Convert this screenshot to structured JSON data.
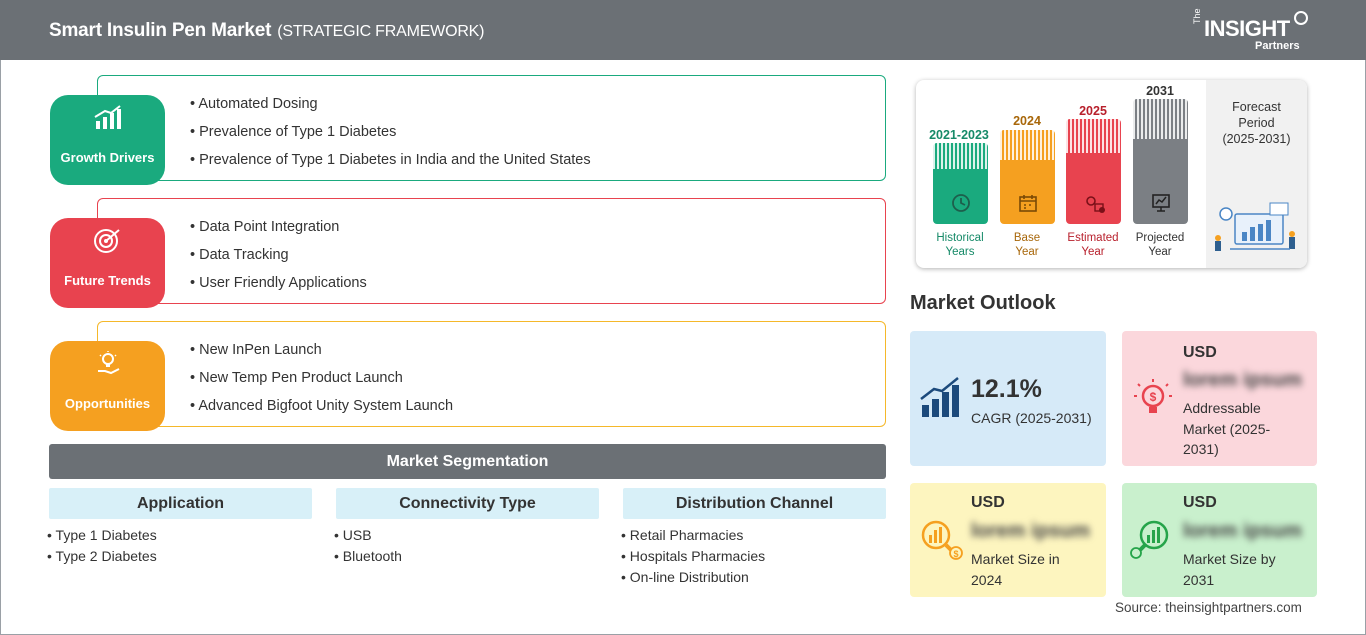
{
  "header": {
    "title": "Smart Insulin Pen Market",
    "subtitle": "(STRATEGIC FRAMEWORK)",
    "logo": {
      "the": "The",
      "insight": "INSIGHT",
      "partners": "Partners"
    }
  },
  "framework": {
    "growth_drivers": {
      "label": "Growth Drivers",
      "color": "#1aaa7e",
      "items": [
        "Automated Dosing",
        "Prevalence of Type 1 Diabetes",
        "Prevalence of Type 1 Diabetes in India and the United States"
      ]
    },
    "future_trends": {
      "label": "Future Trends",
      "color": "#e8434f",
      "items": [
        "Data Point Integration",
        "Data Tracking",
        "User Friendly Applications"
      ]
    },
    "opportunities": {
      "label": "Opportunities",
      "color": "#f5a020",
      "items": [
        "New InPen Launch",
        "New Temp Pen Product Launch",
        "Advanced Bigfoot Unity System Launch"
      ]
    }
  },
  "segmentation": {
    "title": "Market Segmentation",
    "columns": [
      {
        "heading": "Application",
        "items": [
          "Type 1 Diabetes",
          "Type 2 Diabetes"
        ]
      },
      {
        "heading": "Connectivity Type",
        "items": [
          "USB",
          "Bluetooth"
        ]
      },
      {
        "heading": "Distribution Channel",
        "items": [
          "Retail Pharmacies",
          "Hospitals Pharmacies",
          "On-line Distribution"
        ]
      }
    ]
  },
  "timeline": {
    "periods": [
      {
        "year": "2021-2023",
        "label_line1": "Historical",
        "label_line2": "Years",
        "color": "#1aaa7e",
        "text_color": "#168a68",
        "icon": "history-icon"
      },
      {
        "year": "2024",
        "label_line1": "Base",
        "label_line2": "Year",
        "color": "#f5a020",
        "text_color": "#a8670a",
        "icon": "calendar-icon"
      },
      {
        "year": "2025",
        "label_line1": "Estimated",
        "label_line2": "Year",
        "color": "#e8434f",
        "text_color": "#b8202c",
        "icon": "gear-chart-icon"
      },
      {
        "year": "2031",
        "label_line1": "Projected",
        "label_line2": "Year",
        "color": "#7b7f84",
        "text_color": "#333333",
        "icon": "presentation-icon"
      }
    ],
    "forecast_line1": "Forecast",
    "forecast_line2": "Period",
    "forecast_line3": "(2025-2031)"
  },
  "outlook": {
    "title": "Market Outlook",
    "cagr": {
      "value": "12.1%",
      "label": "CAGR (2025-2031)",
      "bg": "#d6eaf8"
    },
    "addressable": {
      "usd": "USD",
      "value": "lorem ipsum",
      "line1": "Addressable",
      "line2": "Market (2025-",
      "line3": "2031)",
      "bg": "#fbd7dc"
    },
    "size_2024": {
      "usd": "USD",
      "value": "lorem ipsum",
      "line1": "Market Size in",
      "line2": "2024",
      "bg": "#fdf5bf"
    },
    "size_2031": {
      "usd": "USD",
      "value": "lorem ipsum",
      "line1": "Market Size by",
      "line2": "2031",
      "bg": "#c9f0cd"
    }
  },
  "source": "Source: theinsightpartners.com"
}
